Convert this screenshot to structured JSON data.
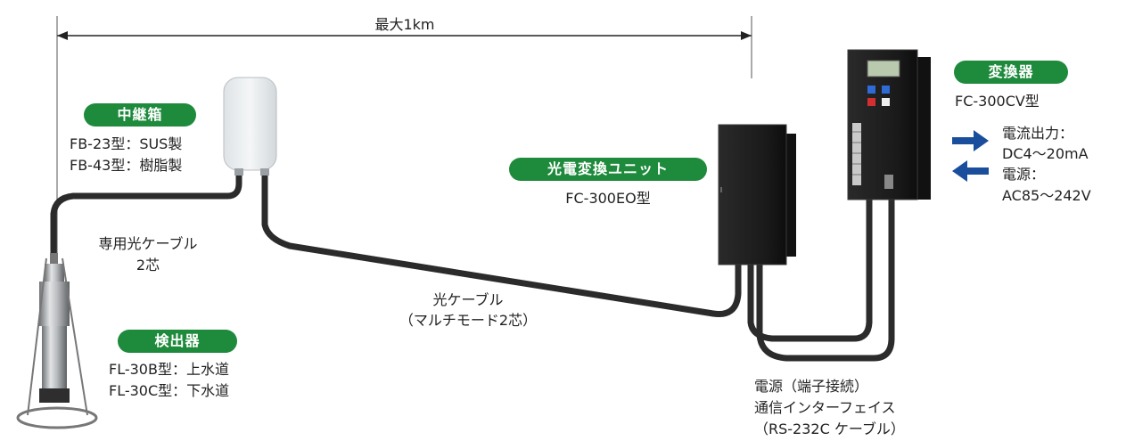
{
  "range": {
    "label": "最大1km"
  },
  "junction_box": {
    "title": "中継箱",
    "models": [
      "FB-23型：SUS製",
      "FB-43型：樹脂製"
    ]
  },
  "detector": {
    "title": "検出器",
    "models": [
      "FL-30B型：上水道",
      "FL-30C型：下水道"
    ]
  },
  "eo_unit": {
    "title": "光電変換ユニット",
    "model": "FC-300EO型"
  },
  "converter": {
    "title": "変換器",
    "model": "FC-300CV型",
    "output_label": "電流出力：",
    "output_value": "DC4～20mA",
    "power_label": "電源：",
    "power_value": "AC85～242V"
  },
  "cable_dedicated": [
    "専用光ケーブル",
    "2芯"
  ],
  "cable_optical": [
    "光ケーブル",
    "（マルチモード2芯）"
  ],
  "cable_power": [
    "電源（端子接続）",
    "通信インターフェイス",
    "（RS-232C ケーブル）"
  ],
  "colors": {
    "pill_green": "#1e8a3c",
    "arrow_blue": "#1a4e9c",
    "cable": "#2b2b2b"
  }
}
